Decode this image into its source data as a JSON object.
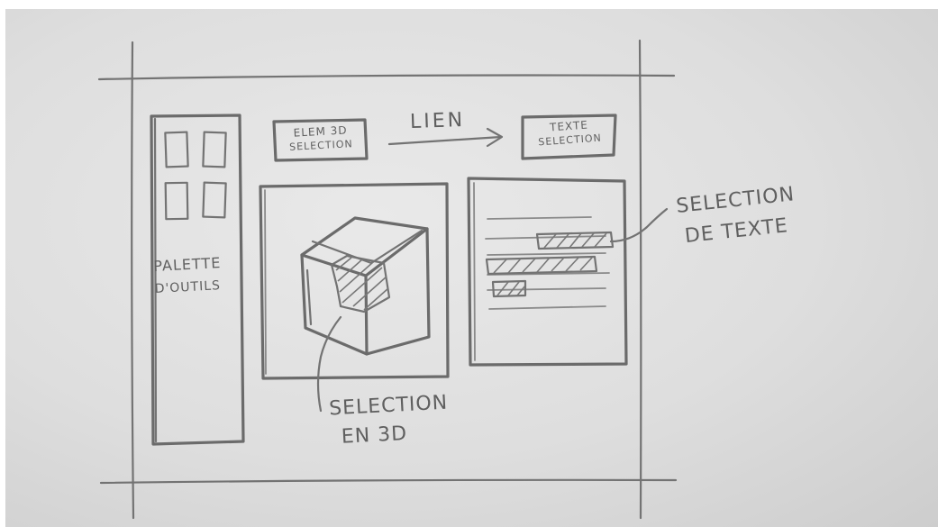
{
  "palette": {
    "line1": "PALETTE",
    "line2": "D'OUTILS"
  },
  "toolbar": {
    "elem3d": {
      "line1": "ELEM 3D",
      "line2": "SELECTION"
    },
    "link_label": "LIEN",
    "text_sel": {
      "line1": "TEXTE",
      "line2": "SELECTION"
    }
  },
  "annotations": {
    "text_selection": {
      "line1": "SELECTION",
      "line2": "DE TEXTE"
    },
    "selection_3d": {
      "line1": "SELECTION",
      "line2": "EN 3D"
    }
  },
  "colors": {
    "paper": "#dedede",
    "pencil": "#6b6b6b"
  }
}
